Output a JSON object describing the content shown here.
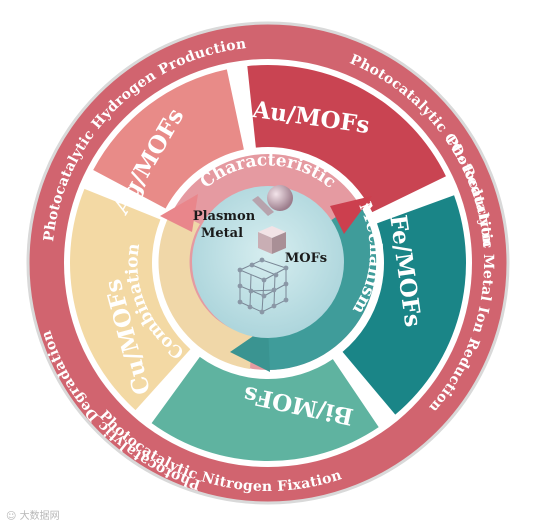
{
  "ring_labels": {
    "hydrogen": "Photocatalytic Hydrogen Production",
    "co2": "Photocatalytic CO₂ Reduction",
    "metal_ion": "Photocatalytic Metal Ion Reduction",
    "nitrogen": "Photocatalytic Nitrogen Fixation",
    "degradation": "Photocatalytic Degradation"
  },
  "segments": {
    "au": "Au/MOFs",
    "fe": "Fe/MOFs",
    "bi": "Bi/MOFs",
    "cu": "Cu/MOFs",
    "ag": "Ag/MOFs"
  },
  "cycle": {
    "characteristic": "Characteristic",
    "mechanism": "Mechanism",
    "combination": "Combination"
  },
  "center": {
    "plasmon_metal_line1": "Plasmon",
    "plasmon_metal_line2": "Metal",
    "mofs": "MOFs"
  },
  "watermark": "☺ 大数据网",
  "colors": {
    "ring": "#cf5f6d",
    "au": "#c94452",
    "fe": "#1a8587",
    "bi": "#5fb3a0",
    "cu": "#f3d9a4",
    "ag": "#e88b88",
    "center": "#b7dbe0"
  }
}
